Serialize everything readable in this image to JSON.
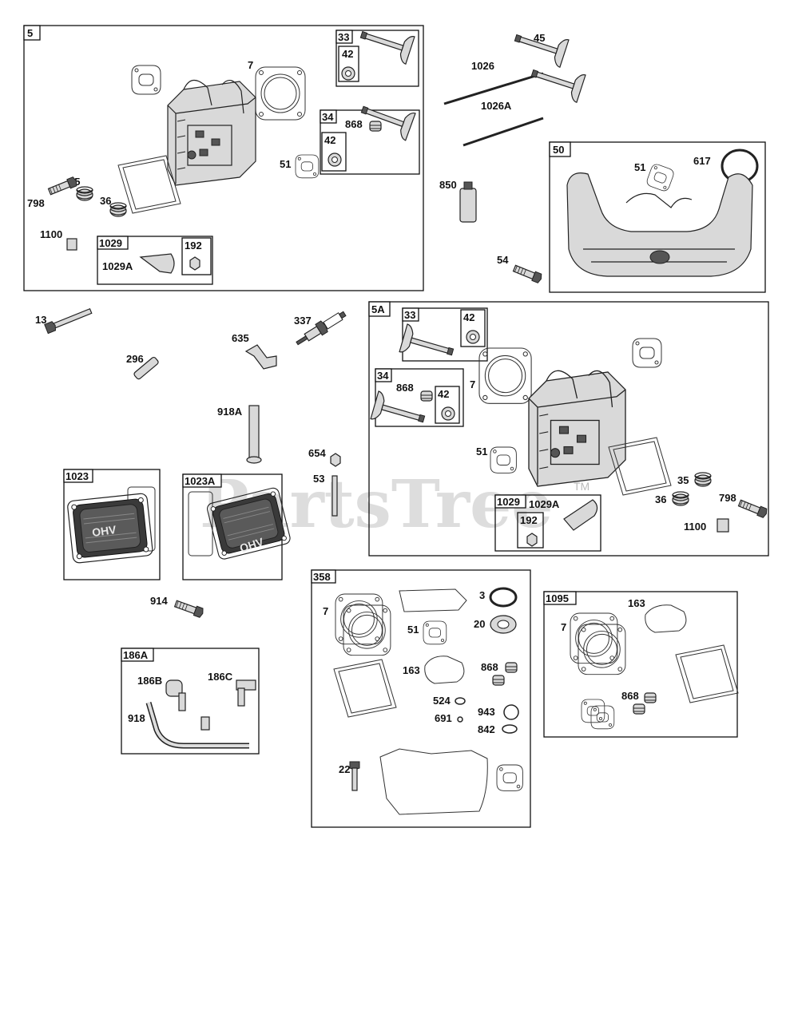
{
  "watermark": {
    "text": "PartsTree",
    "tm": "TM"
  },
  "groups": {
    "g5": "5",
    "g33a": "33",
    "g42a": "42",
    "g34a": "34",
    "g42b": "42",
    "g1029a": "1029",
    "g192a": "192",
    "g50": "50",
    "g5A": "5A",
    "g33b": "33",
    "g42c": "42",
    "g34b": "34",
    "g42d": "42",
    "g1029b": "1029",
    "g192b": "192",
    "g1023": "1023",
    "g1023A": "1023A",
    "g358": "358",
    "g1095": "1095",
    "g186A": "186A"
  },
  "labels": {
    "l7a": "7",
    "l51a": "51",
    "l868a": "868",
    "l35a": "35",
    "l36a": "36",
    "l798a": "798",
    "l1100a": "1100",
    "l1029Aa": "1029A",
    "l45": "45",
    "l1026": "1026",
    "l1026A": "1026A",
    "l850": "850",
    "l54": "54",
    "l51b": "51",
    "l617": "617",
    "l13": "13",
    "l296": "296",
    "l635": "635",
    "l337": "337",
    "l918A": "918A",
    "l654": "654",
    "l53": "53",
    "l914": "914",
    "l868b": "868",
    "l7b": "7",
    "l51c": "51",
    "l1029Ab": "1029A",
    "l35b": "35",
    "l36b": "36",
    "l798b": "798",
    "l1100b": "1100",
    "l186B": "186B",
    "l186C": "186C",
    "l918": "918",
    "l7c": "7",
    "l3": "3",
    "l51d": "51",
    "l20": "20",
    "l163a": "163",
    "l868c": "868",
    "l524": "524",
    "l943": "943",
    "l691": "691",
    "l842": "842",
    "l22": "22",
    "l163b": "163",
    "l7d": "7",
    "l868d": "868"
  },
  "cover_text": "OHV"
}
